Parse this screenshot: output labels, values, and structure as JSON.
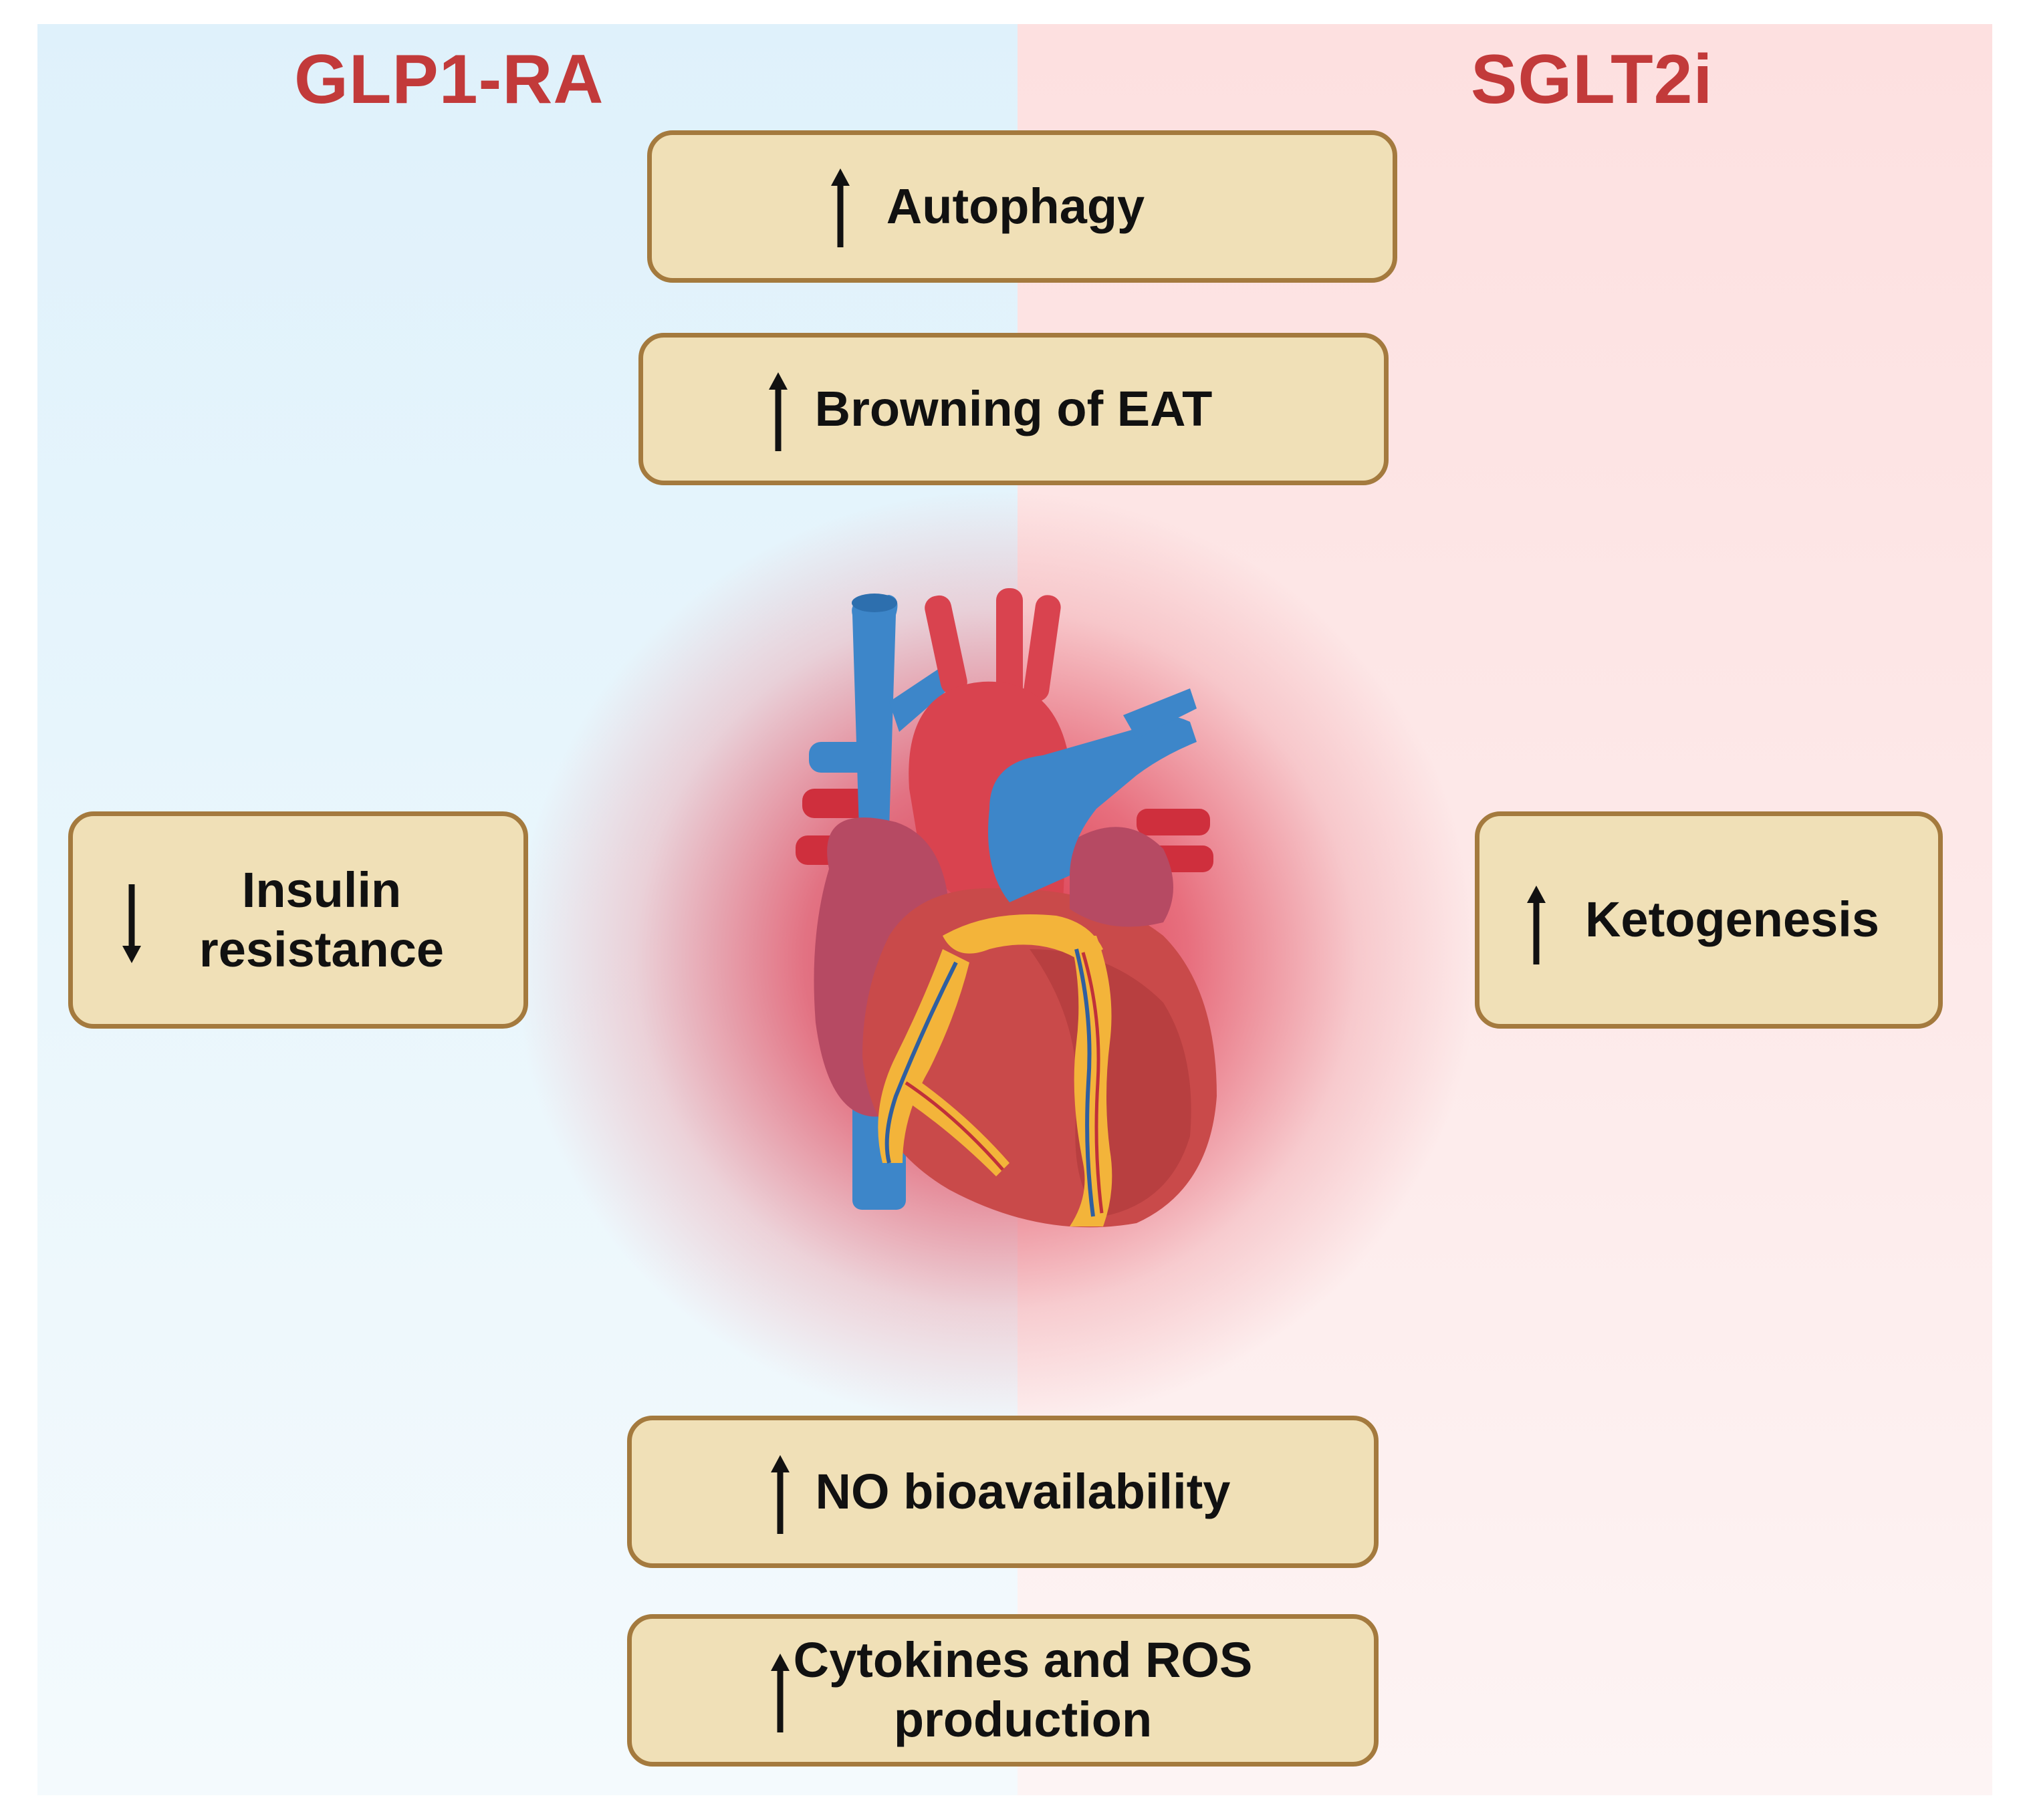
{
  "headings": {
    "left": "GLP1-RA",
    "right": "SGLT2i"
  },
  "boxes": {
    "autophagy": {
      "label": "Autophagy",
      "direction": "up"
    },
    "browning": {
      "label": "Browning of EAT",
      "direction": "up"
    },
    "insulin": {
      "label": "Insulin\nresistance",
      "direction": "down"
    },
    "ketogenesis": {
      "label": "Ketogenesis",
      "direction": "up"
    },
    "no_bioavailability": {
      "label": "NO bioavailability",
      "direction": "up"
    },
    "cytokines": {
      "label": "Cytokines and ROS\nproduction",
      "direction": "up"
    }
  },
  "colors": {
    "heading": "#c23a3a",
    "box_fill": "#f0e0b7",
    "box_border": "#a47a3e",
    "left_panel": "#dff1fb",
    "right_panel": "#fde0e0",
    "glow": "#d6283e",
    "vein_blue": "#3d86c9",
    "artery_red": "#d9434f",
    "muscle": "#c94a4a",
    "fat_yellow": "#f3b43a"
  },
  "icons": {
    "up": "up-arrow-icon",
    "down": "down-arrow-icon",
    "center": "heart-icon"
  }
}
